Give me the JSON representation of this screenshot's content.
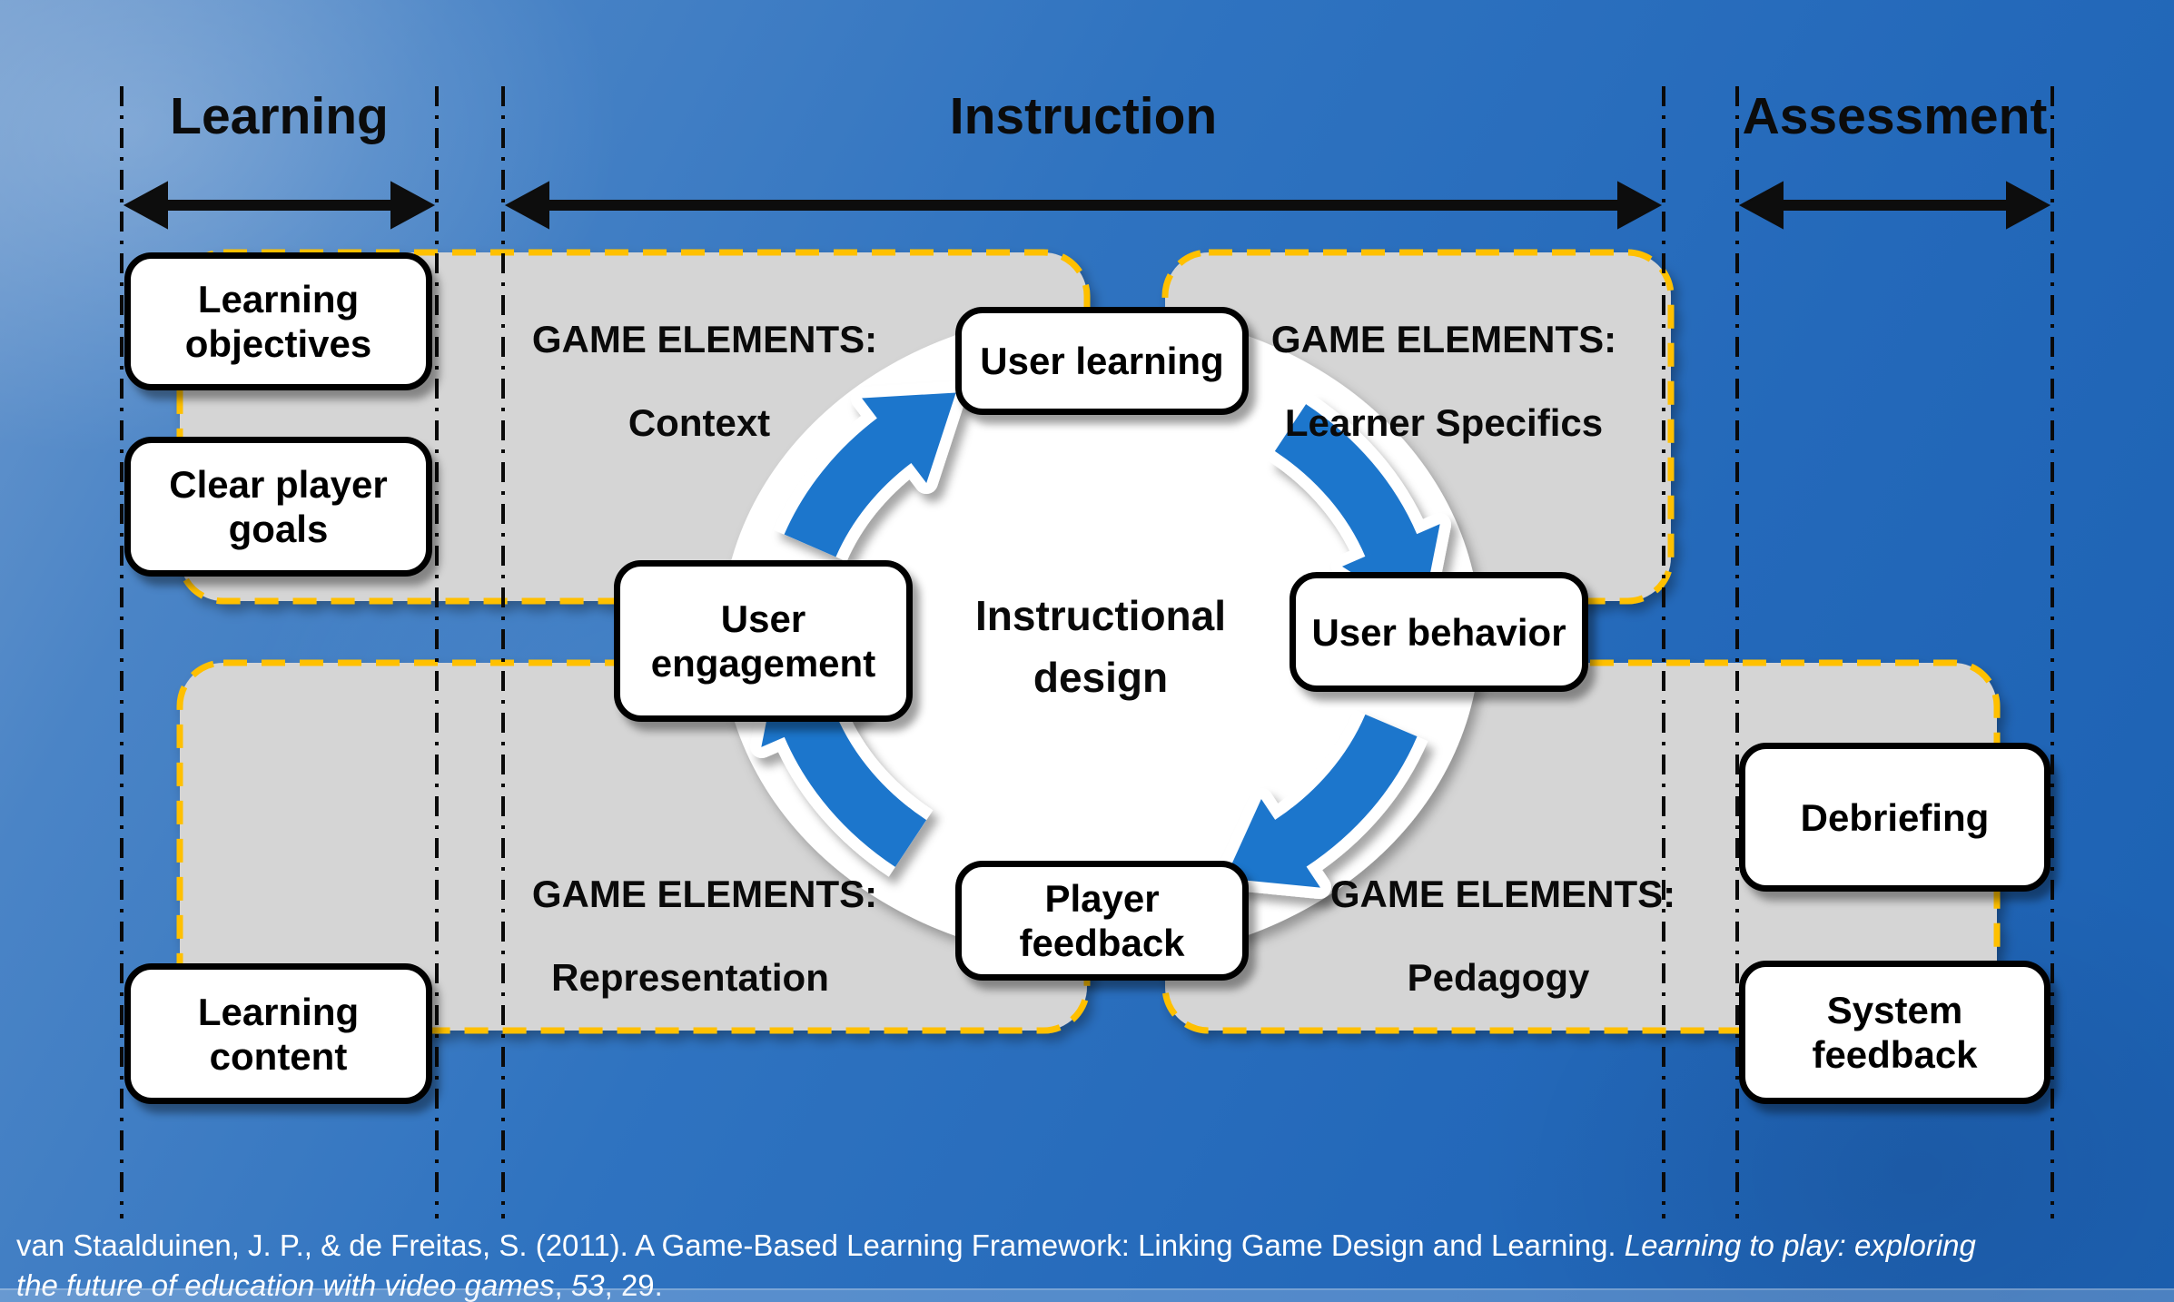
{
  "title": "Game-Based Learning Framework diagram",
  "colors": {
    "background_blue": "#2f73c0",
    "panel_gray": "#d5d5d5",
    "panel_border_gold": "#FFC000",
    "arrow_blue": "#1e76cc",
    "box_border": "#000000",
    "text": "#0a0a0a",
    "citation_text": "#ffffff"
  },
  "columns": [
    {
      "id": "learning",
      "label": "Learning"
    },
    {
      "id": "instruction",
      "label": "Instruction"
    },
    {
      "id": "assessment",
      "label": "Assessment"
    }
  ],
  "panels": [
    {
      "id": "context",
      "line1": "GAME ELEMENTS:",
      "line2": "Context"
    },
    {
      "id": "learner-specifics",
      "line1": "GAME ELEMENTS:",
      "line2": "Learner Specifics"
    },
    {
      "id": "representation",
      "line1": "GAME ELEMENTS:",
      "line2": "Representation"
    },
    {
      "id": "pedagogy",
      "line1": "GAME ELEMENTS:",
      "line2": "Pedagogy"
    }
  ],
  "cycle_center": {
    "line1": "Instructional",
    "line2": "design"
  },
  "boxes": {
    "learning_objectives": "Learning\nobjectives",
    "clear_player_goals": "Clear player\ngoals",
    "learning_content": "Learning\ncontent",
    "user_learning": "User learning",
    "user_engagement": "User\nengagement",
    "user_behavior": "User behavior",
    "player_feedback": "Player\nfeedback",
    "debriefing": "Debriefing",
    "system_feedback": "System\nfeedback"
  },
  "citation": {
    "line1": [
      {
        "text": "van Staalduinen, J. P., & de Freitas, S. (2011). A Game-Based Learning Framework: Linking Game Design and Learning. ",
        "italic": false
      },
      {
        "text": "Learning to play: exploring",
        "italic": true
      }
    ],
    "line2": [
      {
        "text": "the future of education with video games",
        "italic": true
      },
      {
        "text": ", ",
        "italic": false
      },
      {
        "text": "53",
        "italic": true
      },
      {
        "text": ", 29.",
        "italic": false
      }
    ]
  }
}
